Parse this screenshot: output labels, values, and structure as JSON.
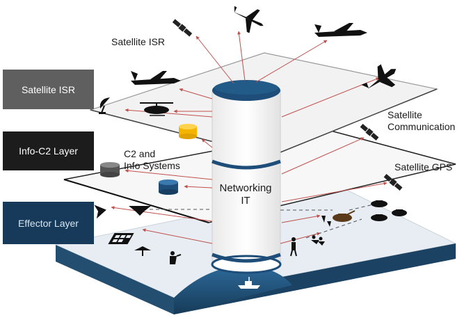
{
  "layers": {
    "satellite_isr": "Satellite ISR",
    "info_c2": "Info-C2 Layer",
    "effector": "Effector Layer"
  },
  "labels": {
    "satellite_isr": "Satellite ISR",
    "c2_line1": "C2 and",
    "c2_line2": "Info Systems",
    "comm_line1": "Satellite",
    "comm_line2": "Communication",
    "gps": "Satellite GPS",
    "networking_line1": "Networking",
    "networking_line2": "IT"
  },
  "colors": {
    "plane_top": "#f2f2f2",
    "effector_top": "#e6ecf1",
    "effector_side": "#1f4968",
    "tab_satellite": "#5f5f5f",
    "tab_c2": "#1c1c1c",
    "tab_effector": "#173a5a",
    "cylinder_cap": "#1d4d78",
    "arrow": "#c0504d",
    "highlight_node": "#f4b400"
  },
  "icons": [
    "satellite-icon",
    "jet-icon",
    "fighter-jet-icon",
    "helicopter-icon",
    "satellite-dish-icon",
    "database-icon",
    "soldier-icon",
    "tank-icon",
    "ship-icon",
    "drone-icon",
    "bunker-icon"
  ]
}
